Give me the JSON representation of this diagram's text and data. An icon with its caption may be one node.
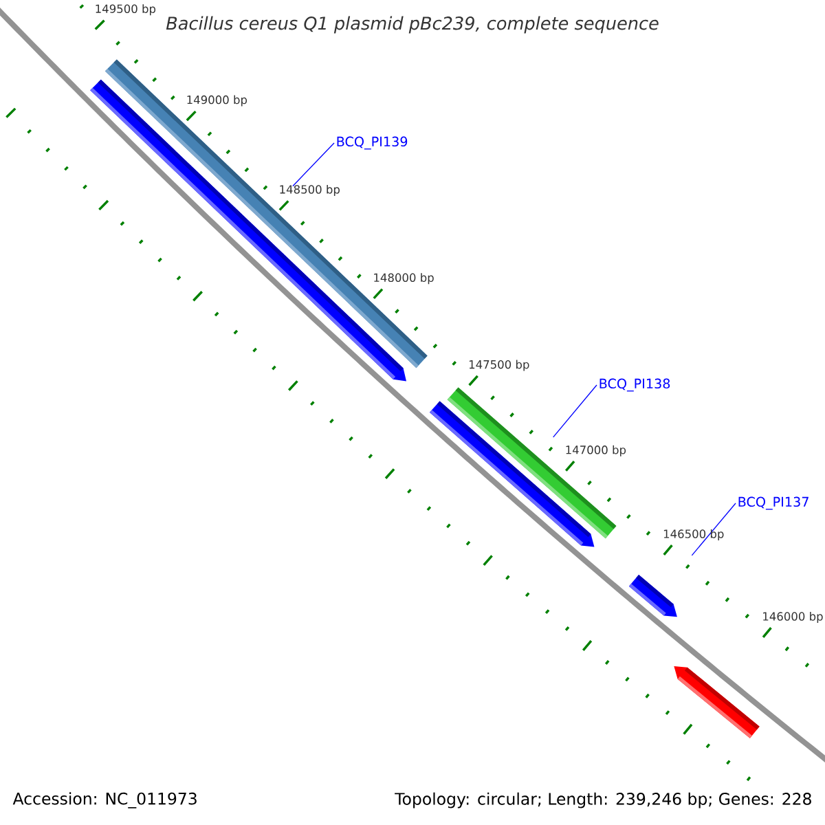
{
  "diagram": {
    "title": "Bacillus cereus Q1 plasmid pBc239, complete sequence",
    "nodes": [
      {
        "text": [
          "BCQ_PI139"
        ]
      },
      {
        "text": [
          "BCQ_PI138"
        ]
      },
      {
        "text": [
          "BCQ_PI137"
        ]
      },
      {
        "text": [],
        "shape": "bar"
      },
      {
        "text": [],
        "shape": "arrow"
      },
      {
        "text": [],
        "shape": "bar"
      },
      {
        "text": [],
        "shape": "arrow"
      },
      {
        "text": [],
        "shape": "arrow"
      },
      {
        "text": [],
        "shape": "arrow"
      }
    ],
    "edges": [
      {
        "from": 0,
        "to": 3,
        "arrow": "none"
      },
      {
        "from": 1,
        "to": 5,
        "arrow": "none"
      },
      {
        "from": 2,
        "to": 7,
        "arrow": "none"
      }
    ],
    "labels": [
      "149500 bp",
      "149000 bp",
      "148500 bp",
      "148000 bp",
      "147500 bp",
      "147000 bp",
      "146500 bp",
      "146000 bp",
      "Accession: NC_011973",
      "Topology: circular; Length: 239,246 bp; Genes: 228"
    ]
  }
}
